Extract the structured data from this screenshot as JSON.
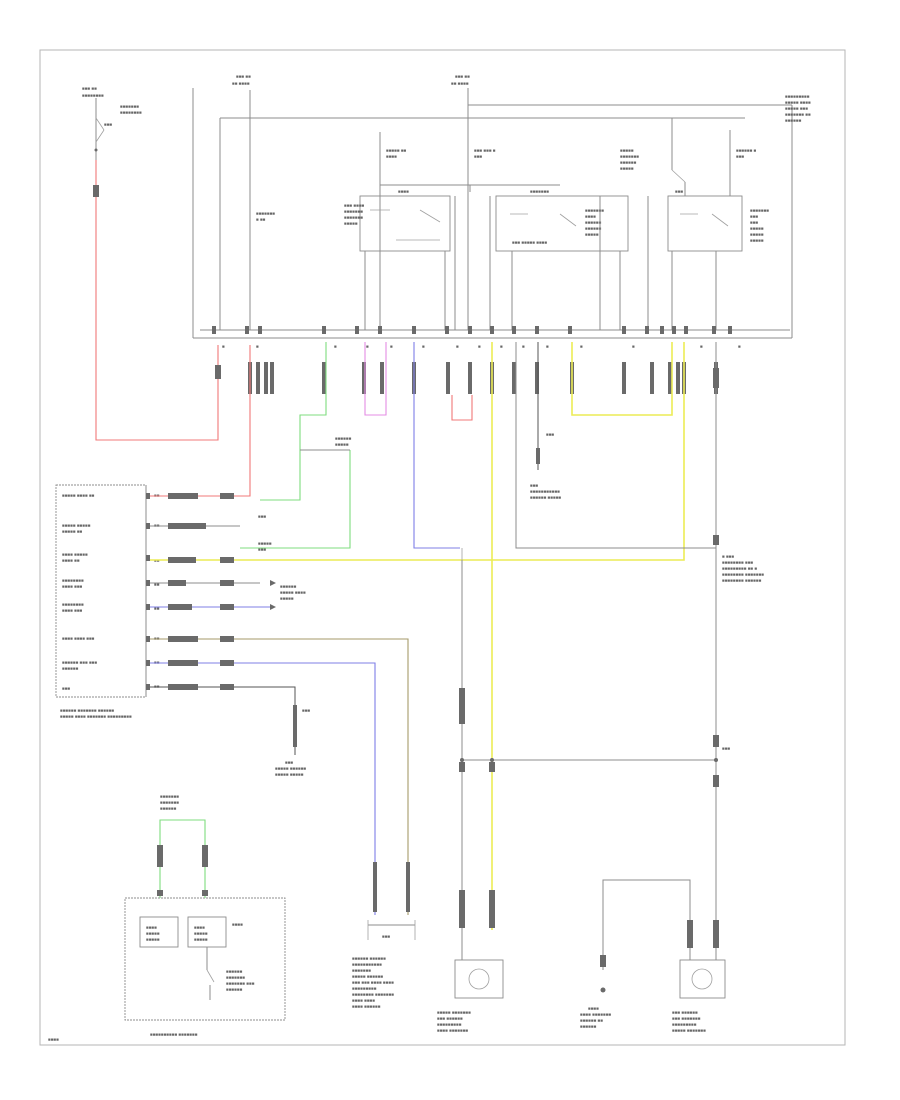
{
  "labels": {
    "left_connector_pins": [
      "A1",
      "A2",
      "A3",
      "A4",
      "A5",
      "A6",
      "A7",
      "A8"
    ],
    "ground_left": "G101",
    "ground_mid": "G102",
    "ground_right": "G103",
    "module_left": "ENGINE CONTROL MODULE",
    "instrument_cluster": "INSTRUMENT CLUSTER",
    "sensor_mid": "ENGINE COOLANT TEMPERATURE SENSOR",
    "right_fan": "RIGHT COOLING FAN",
    "left_fan": "LEFT COOLING FAN",
    "relay_1": "COOLING FAN RELAY 1",
    "relay_2": "COOLING FAN RELAY 2",
    "relay_3": "COOLING FAN RELAY 3",
    "fuse_1": "FUSE 1",
    "fuse_2": "FUSE 2",
    "fuse_3": "FUSE 3"
  }
}
